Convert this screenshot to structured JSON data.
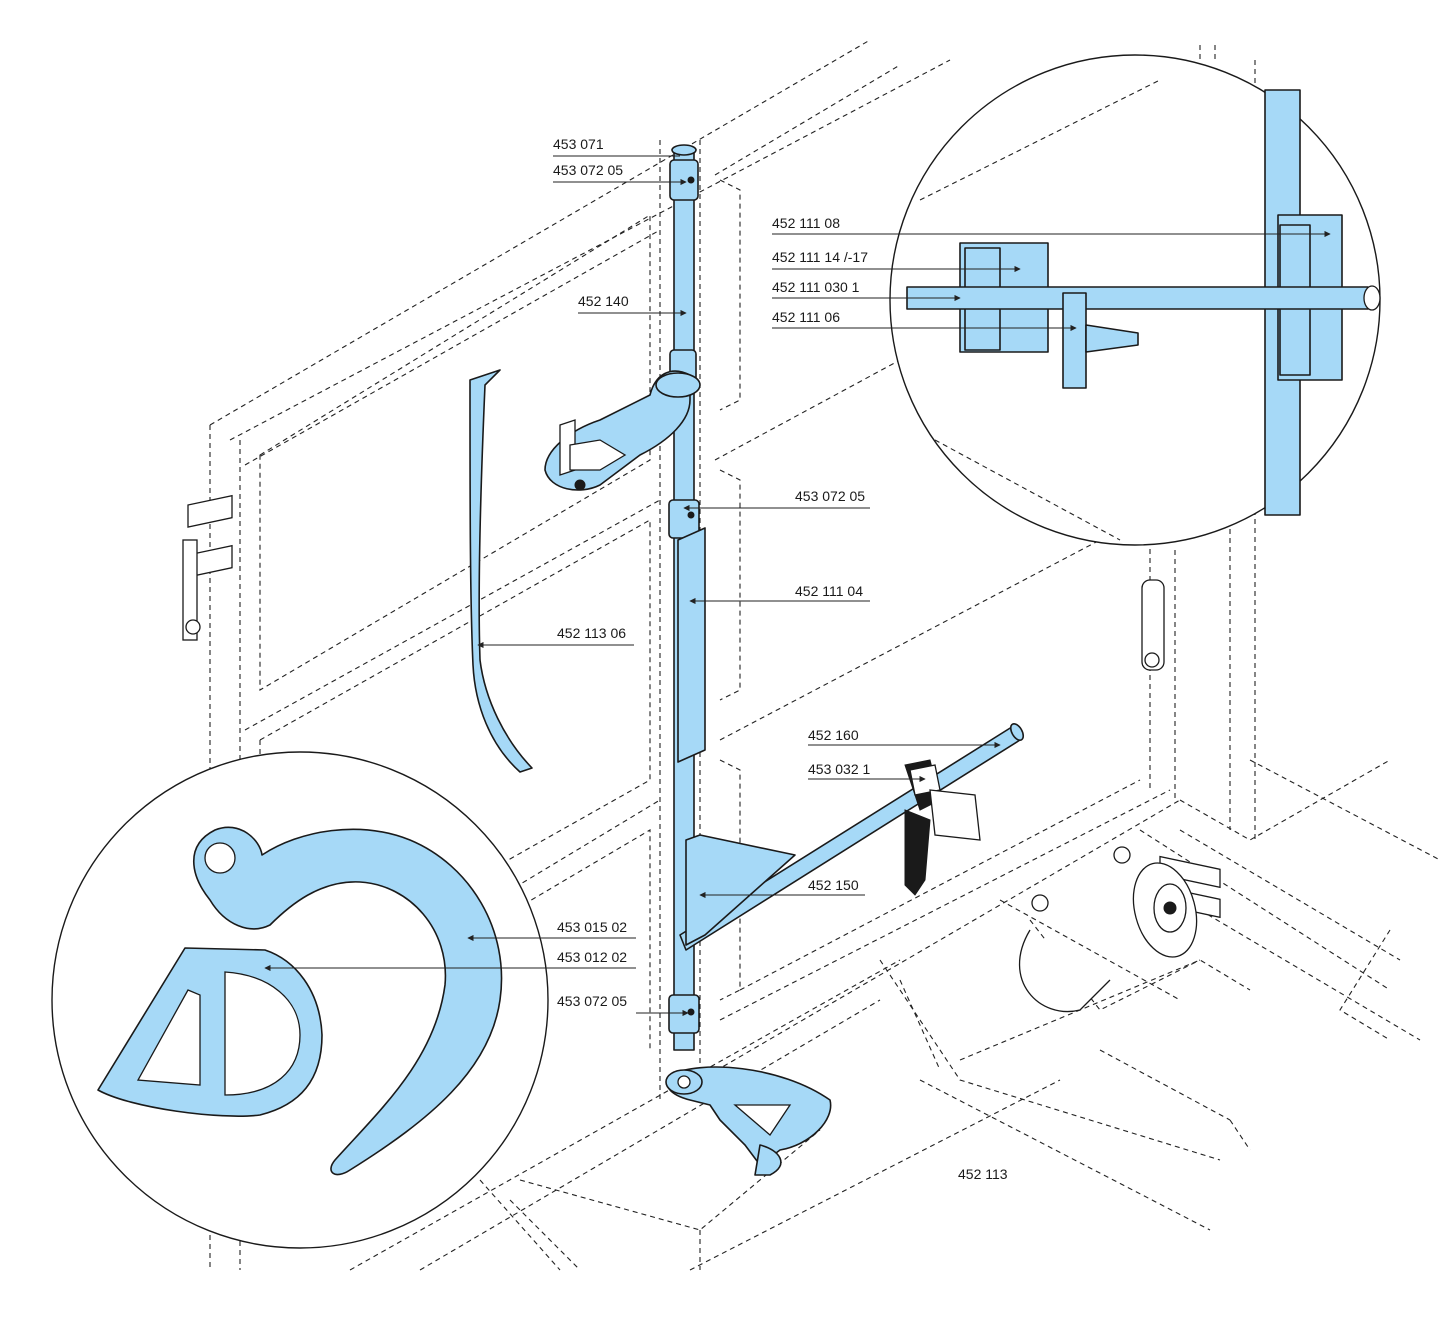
{
  "colors": {
    "part_fill": "#a6d9f7",
    "outline": "#1a1a1a"
  },
  "labels": {
    "l453071": "453 071",
    "l45307205_top": "453 072 05",
    "l452140": "452 140",
    "l45211306": "452 113 06",
    "l45307205_mid": "453 072 05",
    "l45211104": "452 111 04",
    "l452160": "452 160",
    "l4530321": "453 032 1",
    "l452150": "452 150",
    "l45301502": "453 015 02",
    "l45301202": "453 012 02",
    "l45307205_bot": "453 072 05",
    "l452113": "452 113",
    "l45211108": "452 111 08",
    "l45211114": "452 111 14 /-17",
    "l4521110301": "452 111 030 1",
    "l45211106": "452 111 06"
  }
}
